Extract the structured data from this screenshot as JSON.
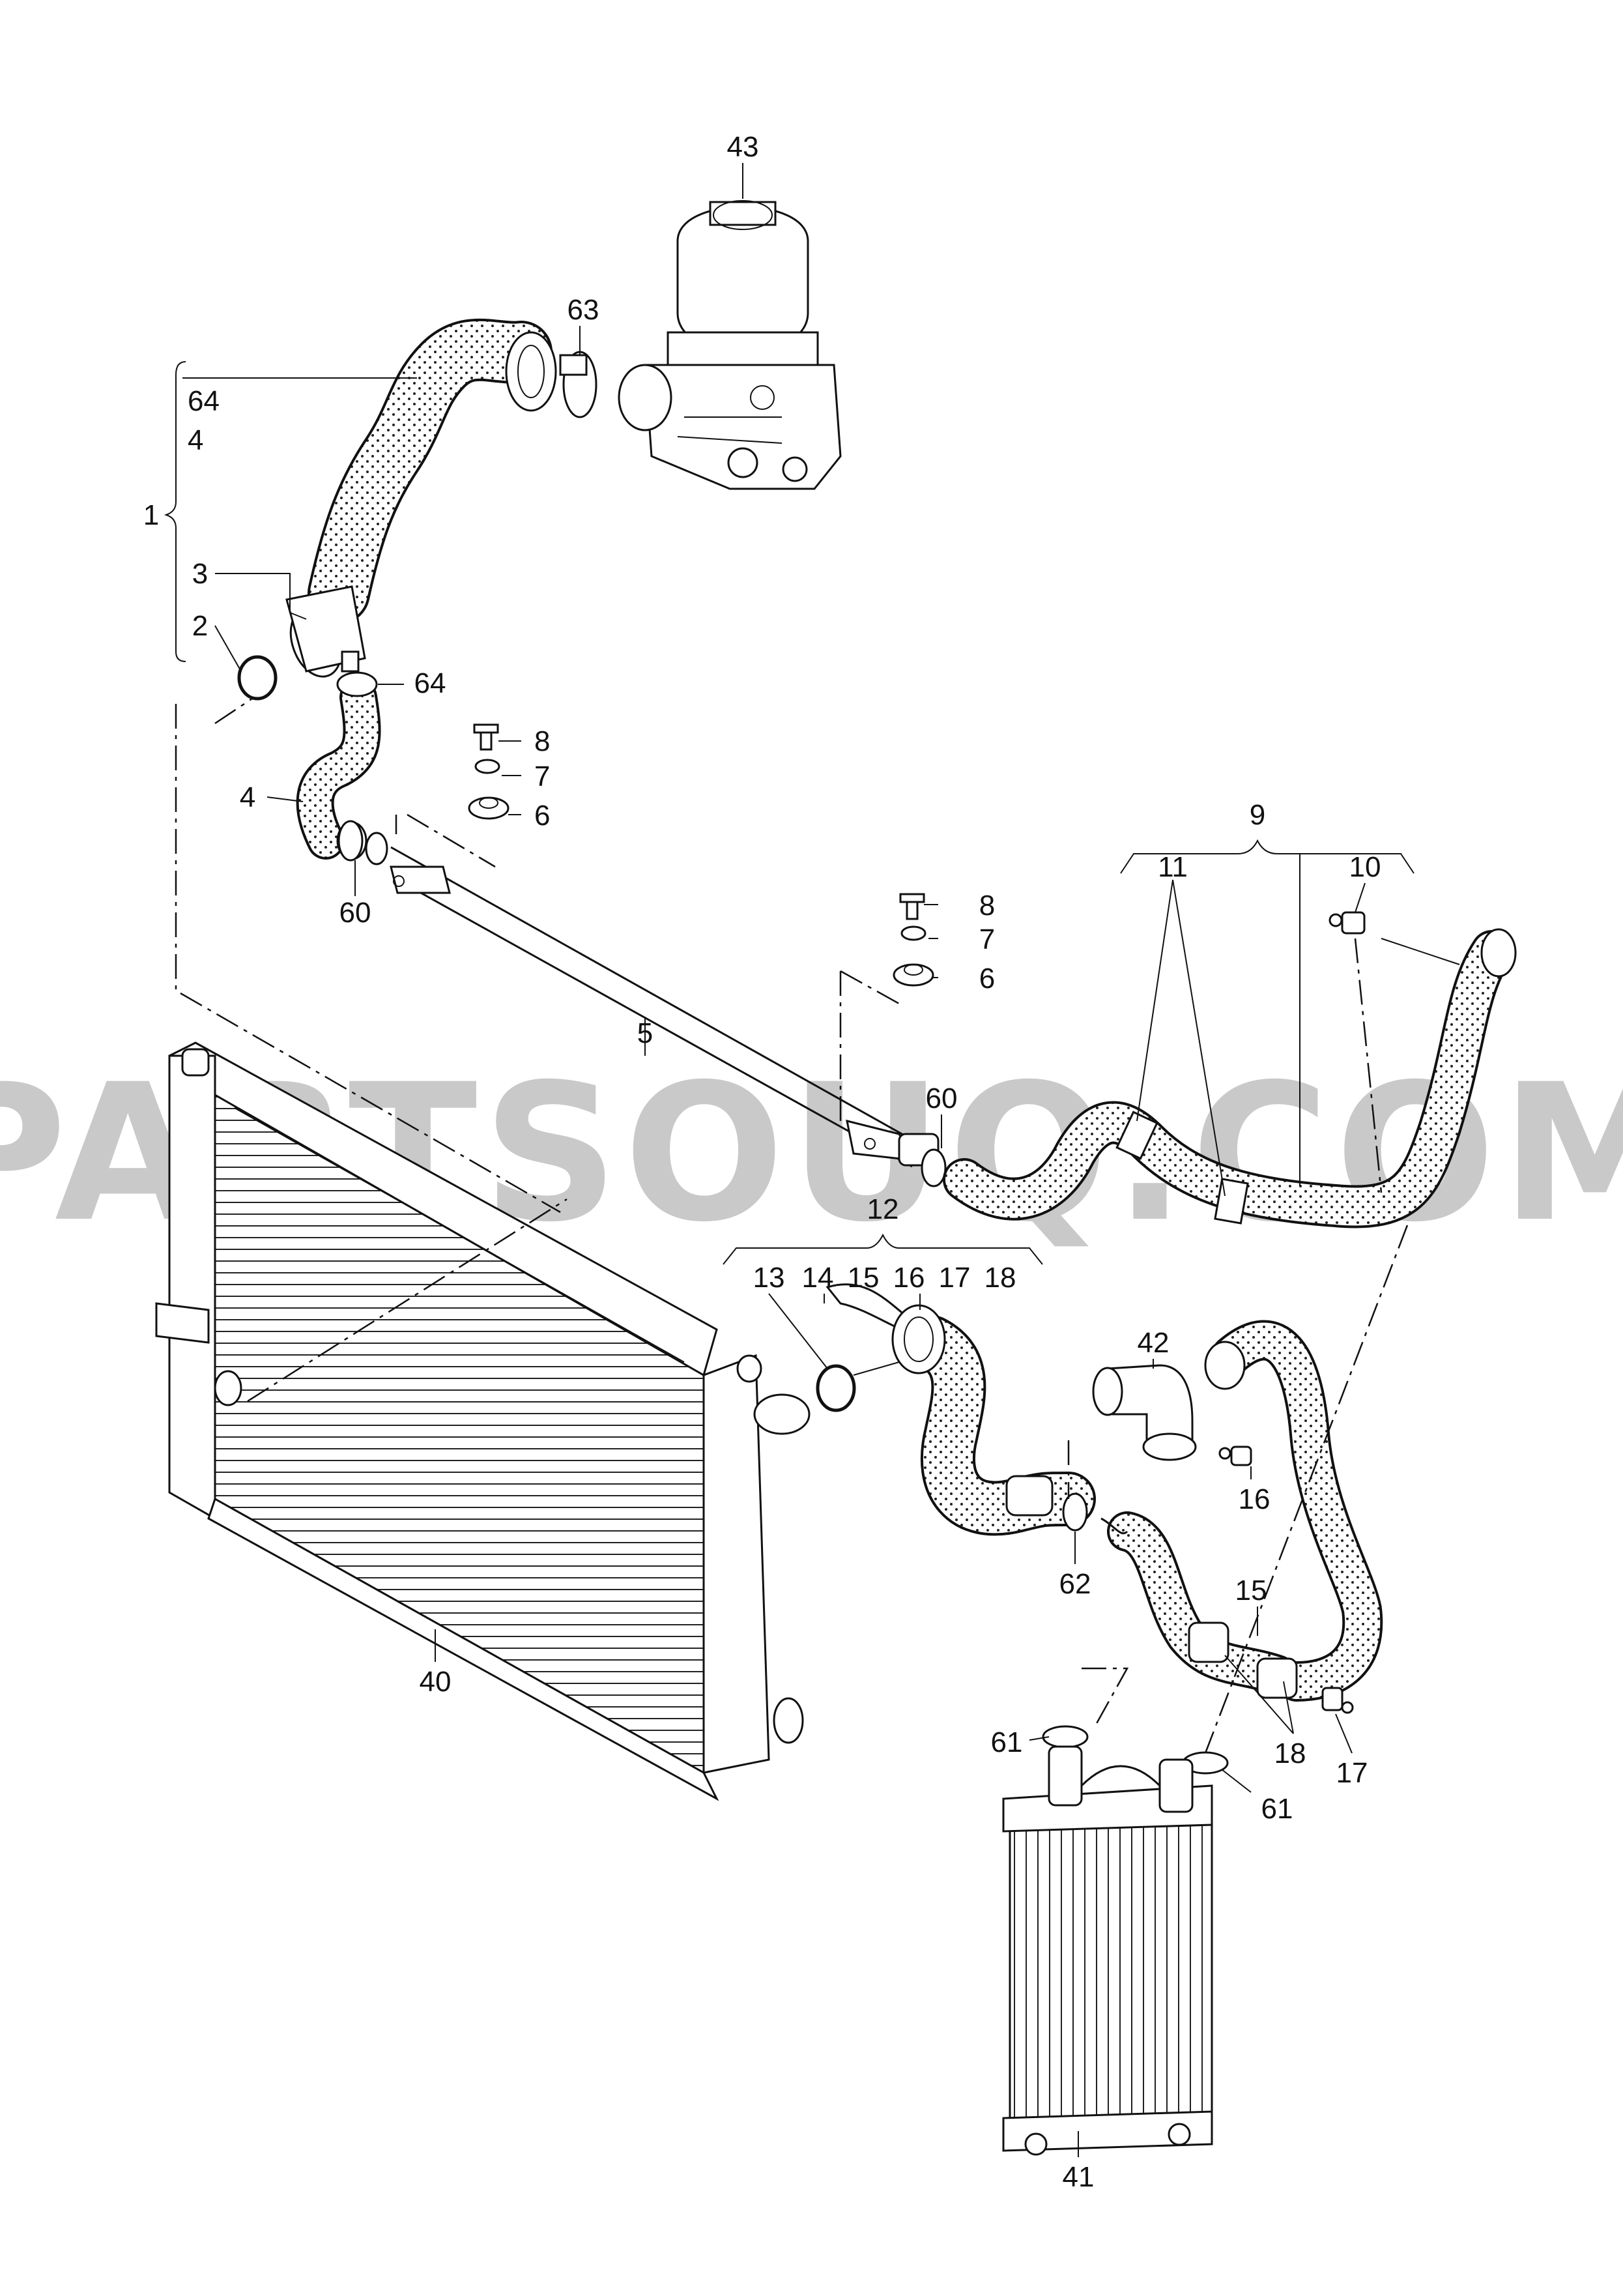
{
  "watermark": "PARTSOUQ.COM",
  "callouts": {
    "c43": "43",
    "c63": "63",
    "c64a": "64",
    "c4a": "4",
    "c1": "1",
    "c3": "3",
    "c2": "2",
    "c64b": "64",
    "c8a": "8",
    "c7a": "7",
    "c6a": "6",
    "c4b": "4",
    "c60a": "60",
    "c5": "5",
    "c8b": "8",
    "c7b": "7",
    "c6b": "6",
    "c60b": "60",
    "c9": "9",
    "c11": "11",
    "c10": "10",
    "c12": "12",
    "c13": "13",
    "c14": "14",
    "c15a": "15",
    "c16a": "16",
    "c17a": "17",
    "c18a": "18",
    "c42": "42",
    "c16b": "16",
    "c62": "62",
    "c15b": "15",
    "c18b": "18",
    "c17b": "17",
    "c61a": "61",
    "c61b": "61",
    "c40": "40",
    "c41": "41"
  }
}
